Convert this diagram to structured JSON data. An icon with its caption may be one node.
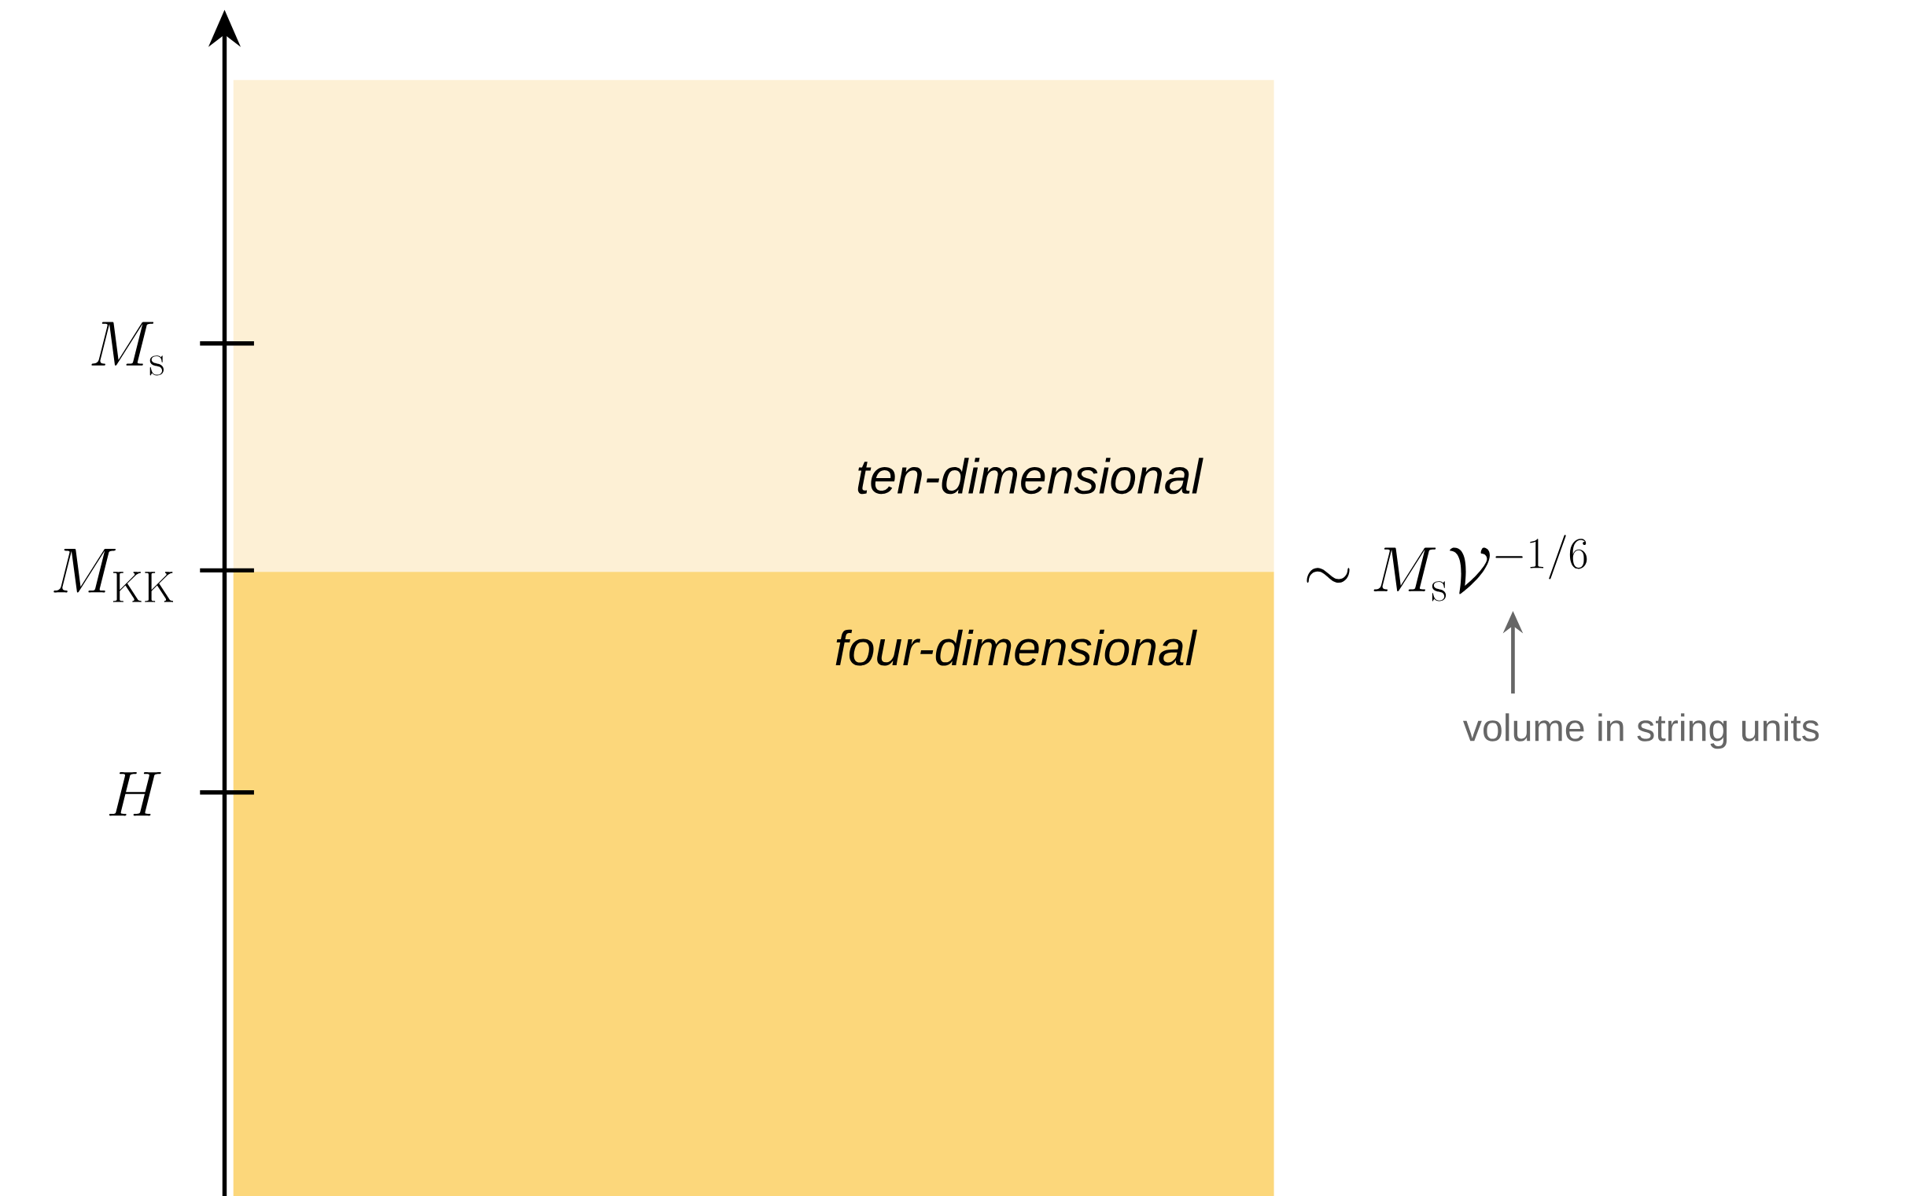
{
  "diagram": {
    "nodes": [
      {
        "text": [
          "ten-dimensional"
        ]
      },
      {
        "text": [
          "four-dimensional"
        ]
      },
      {
        "text": [
          "\\sim M_\\mathrm{s}\\mathcal{V}^{-1/6}"
        ]
      },
      {
        "text": [
          "volume in string units"
        ]
      }
    ],
    "edges": [
      {
        "from": 3,
        "to": 2,
        "arrow": "to",
        "color": "#666666"
      }
    ],
    "labels": [
      "M_\\mathrm{s}",
      "M_\\mathrm{KK}",
      "H"
    ]
  }
}
